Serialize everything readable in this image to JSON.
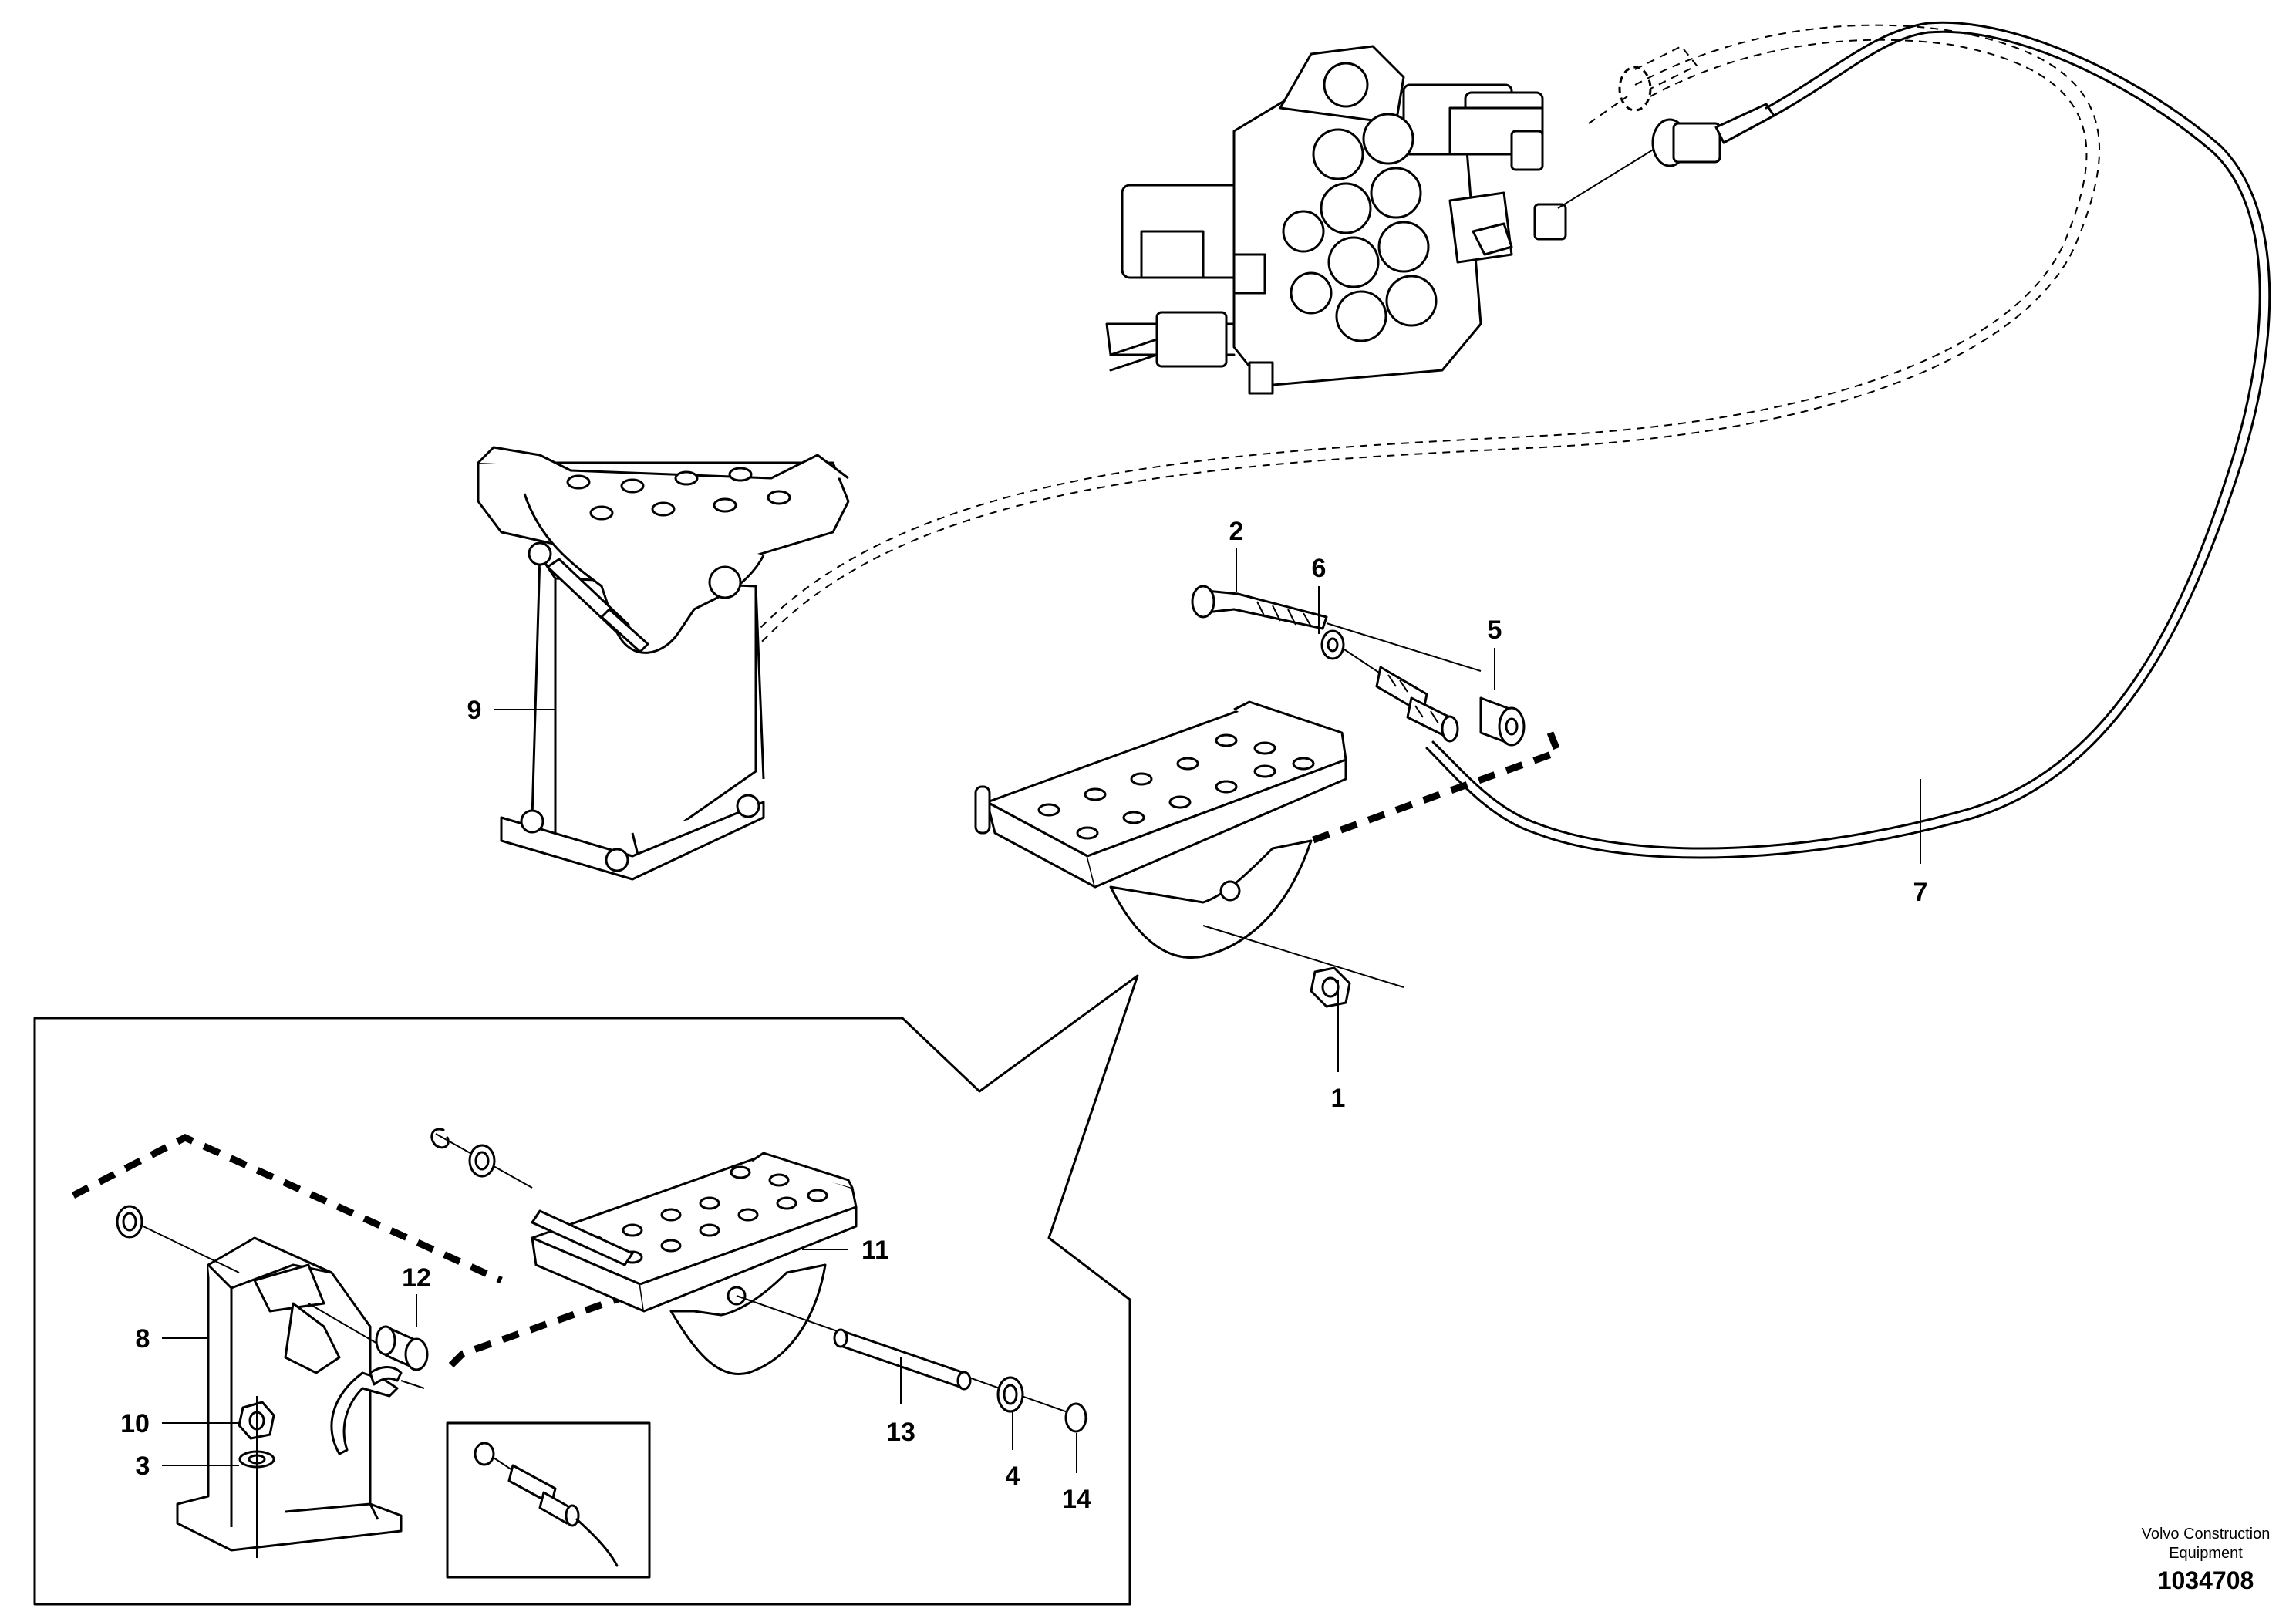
{
  "callouts": [
    {
      "id": "c1",
      "label": "1"
    },
    {
      "id": "c2",
      "label": "2"
    },
    {
      "id": "c3",
      "label": "3"
    },
    {
      "id": "c4",
      "label": "4"
    },
    {
      "id": "c5",
      "label": "5"
    },
    {
      "id": "c6",
      "label": "6"
    },
    {
      "id": "c7",
      "label": "7"
    },
    {
      "id": "c8",
      "label": "8"
    },
    {
      "id": "c9",
      "label": "9"
    },
    {
      "id": "c10",
      "label": "10"
    },
    {
      "id": "c11",
      "label": "11"
    },
    {
      "id": "c12",
      "label": "12"
    },
    {
      "id": "c13",
      "label": "13"
    },
    {
      "id": "c14",
      "label": "14"
    }
  ],
  "footer": {
    "brand_line1": "Volvo Construction",
    "brand_line2": "Equipment",
    "drawing_number": "1034708"
  }
}
